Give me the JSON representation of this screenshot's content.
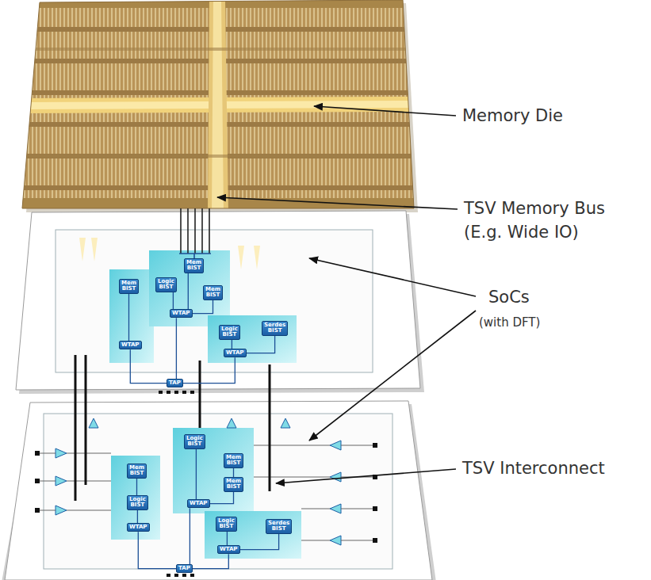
{
  "diagram": {
    "nodes": [
      {
        "text": [
          "Mem BIST"
        ]
      },
      {
        "text": [
          "Logic BIST"
        ]
      },
      {
        "text": [
          "Mem BIST"
        ]
      },
      {
        "text": [
          "WTAP"
        ]
      },
      {
        "text": [
          "Mem BIST"
        ]
      },
      {
        "text": [
          "Logic BIST"
        ]
      },
      {
        "text": [
          "Serdes BIST"
        ]
      },
      {
        "text": [
          "WTAP"
        ]
      },
      {
        "text": [
          "WTAP"
        ]
      },
      {
        "text": [
          "TAP"
        ]
      },
      {
        "text": [
          "Logic BIST"
        ]
      },
      {
        "text": [
          "Mem BIST"
        ]
      },
      {
        "text": [
          "Mem BIST"
        ]
      },
      {
        "text": [
          "Mem BIST"
        ]
      },
      {
        "text": [
          "WTAP"
        ]
      },
      {
        "text": [
          "Logic BIST"
        ]
      },
      {
        "text": [
          "Logic BIST"
        ]
      },
      {
        "text": [
          "Serdes BIST"
        ]
      },
      {
        "text": [
          "WTAP"
        ]
      },
      {
        "text": [
          "WTAP"
        ]
      },
      {
        "text": [
          "TAP"
        ]
      }
    ],
    "edges": [
      {
        "from": 0,
        "to": 3,
        "arrow": "none"
      },
      {
        "from": 1,
        "to": 3,
        "arrow": "none"
      },
      {
        "from": 2,
        "to": 3,
        "arrow": "none"
      },
      {
        "from": 4,
        "to": 7,
        "arrow": "none"
      },
      {
        "from": 5,
        "to": 8,
        "arrow": "none"
      },
      {
        "from": 6,
        "to": 8,
        "arrow": "none"
      },
      {
        "from": 3,
        "to": 9,
        "arrow": "none"
      },
      {
        "from": 7,
        "to": 9,
        "arrow": "none"
      },
      {
        "from": 8,
        "to": 9,
        "arrow": "none"
      },
      {
        "from": 10,
        "to": 14,
        "arrow": "none"
      },
      {
        "from": 11,
        "to": 13,
        "arrow": "none"
      },
      {
        "from": 13,
        "to": 14,
        "arrow": "none"
      },
      {
        "from": 12,
        "to": 15,
        "arrow": "none"
      },
      {
        "from": 15,
        "to": 18,
        "arrow": "none"
      },
      {
        "from": 16,
        "to": 19,
        "arrow": "none"
      },
      {
        "from": 17,
        "to": 19,
        "arrow": "none"
      },
      {
        "from": 14,
        "to": 20,
        "arrow": "none"
      },
      {
        "from": 18,
        "to": 20,
        "arrow": "none"
      },
      {
        "from": 19,
        "to": 20,
        "arrow": "none"
      }
    ],
    "labels": [
      "Memory Die",
      "TSV Memory Bus (E.g. Wide IO)",
      "SoCs",
      "(with DFT)",
      "TSV Interconnect"
    ]
  }
}
